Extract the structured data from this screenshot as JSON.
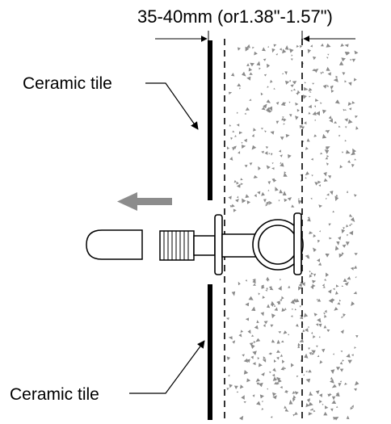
{
  "dimension": {
    "label": "35-40mm (or1.38\"-1.57\")"
  },
  "labels": {
    "tile_top": "Ceramic tile",
    "tile_bottom": "Ceramic tile"
  },
  "icons": {
    "direction_arrow": "arrow-left-icon",
    "leader_arrow": "arrowhead-icon"
  },
  "colors": {
    "ink": "#000000",
    "concrete_speckle": "#8a8a8a",
    "arrow_grey": "#8c8c8c",
    "background": "#ffffff"
  }
}
